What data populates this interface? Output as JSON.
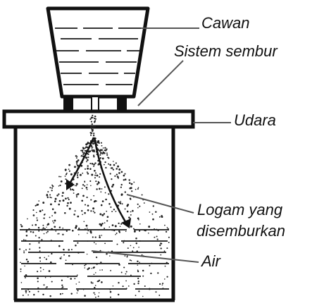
{
  "labels": {
    "cawan": "Cawan",
    "sistem_sembur": "Sistem sembur",
    "udara": "Udara",
    "logam_line1": "Logam yang",
    "logam_line2": "disemburkan",
    "air": "Air"
  },
  "colors": {
    "ink": "#111111",
    "background": "#ffffff"
  }
}
